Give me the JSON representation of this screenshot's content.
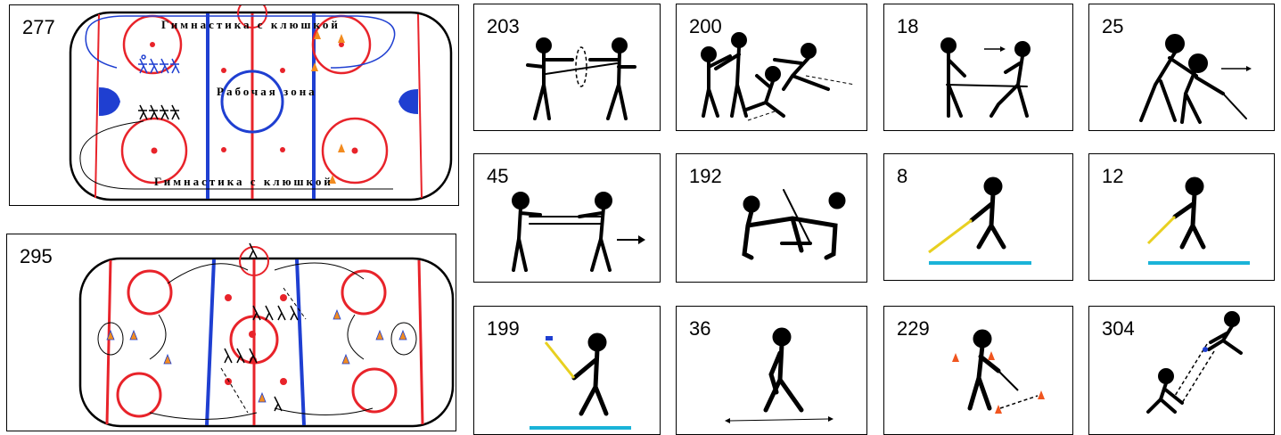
{
  "cards": [
    {
      "id": "drill-277",
      "number": "277"
    },
    {
      "id": "drill-295",
      "number": "295"
    },
    {
      "id": "drill-203",
      "number": "203"
    },
    {
      "id": "drill-200",
      "number": "200"
    },
    {
      "id": "drill-18",
      "number": "18"
    },
    {
      "id": "drill-25",
      "number": "25"
    },
    {
      "id": "drill-45",
      "number": "45"
    },
    {
      "id": "drill-192",
      "number": "192"
    },
    {
      "id": "drill-8",
      "number": "8"
    },
    {
      "id": "drill-12",
      "number": "12"
    },
    {
      "id": "drill-199",
      "number": "199"
    },
    {
      "id": "drill-36",
      "number": "36"
    },
    {
      "id": "drill-229",
      "number": "229"
    },
    {
      "id": "drill-304",
      "number": "304"
    }
  ],
  "rink_277": {
    "top_caption": "Гимнастика с клюшкой",
    "center_caption": "Рабочая зона",
    "bottom_caption": "Гимнастика с клюшкой"
  },
  "colors": {
    "rink_red": "#e8232a",
    "rink_blue": "#1f3fd1",
    "ice_line": "#1ab3d8",
    "stick_yellow": "#e8d020"
  }
}
